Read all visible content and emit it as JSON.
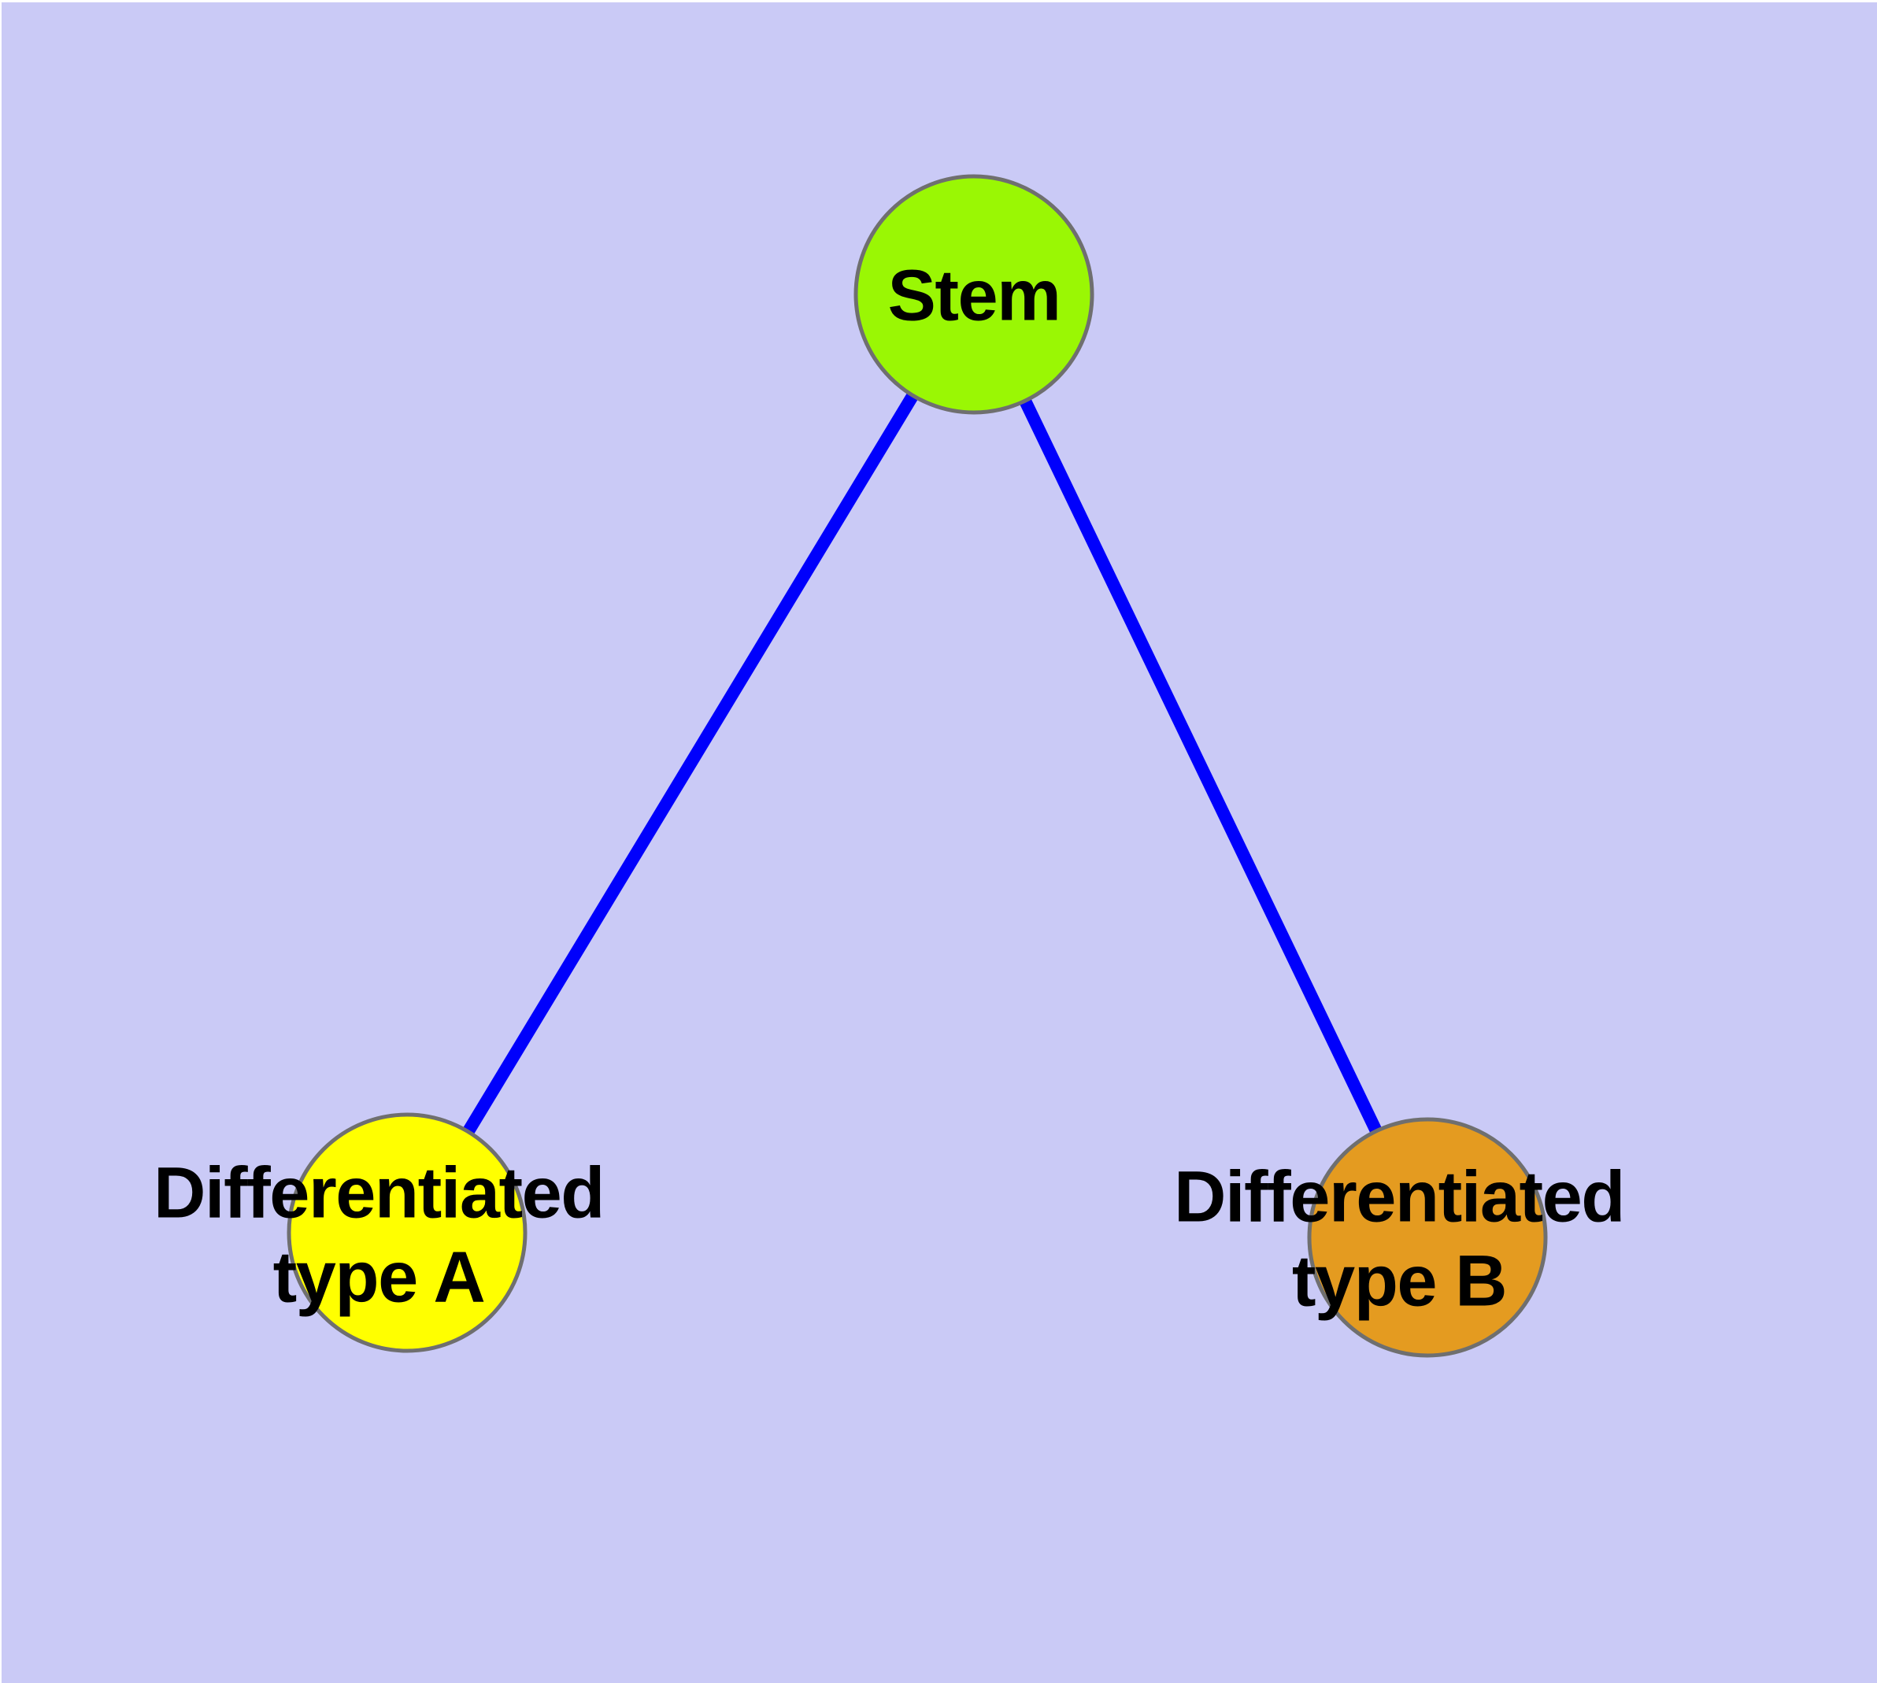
{
  "diagram": {
    "type": "node-link-graph",
    "description": "Stem cell differentiation diagram: one stem node branching to two differentiated cell type nodes",
    "nodes": [
      {
        "id": "stem",
        "label": "Stem",
        "fill": "#9AF704"
      },
      {
        "id": "type-a",
        "label": "Differentiated\ntype A",
        "fill": "#FFFF00"
      },
      {
        "id": "type-b",
        "label": "Differentiated\ntype B",
        "fill": "#E49B20"
      }
    ],
    "edges": [
      {
        "from": "Stem",
        "to": "Differentiated type A"
      },
      {
        "from": "Stem",
        "to": "Differentiated type B"
      }
    ],
    "colors": {
      "background": "#CACAF6",
      "page_margin": "#FFFFFF",
      "edge": "#0000FC",
      "node_border": "#6F6F6F",
      "label_text": "#000000"
    }
  }
}
